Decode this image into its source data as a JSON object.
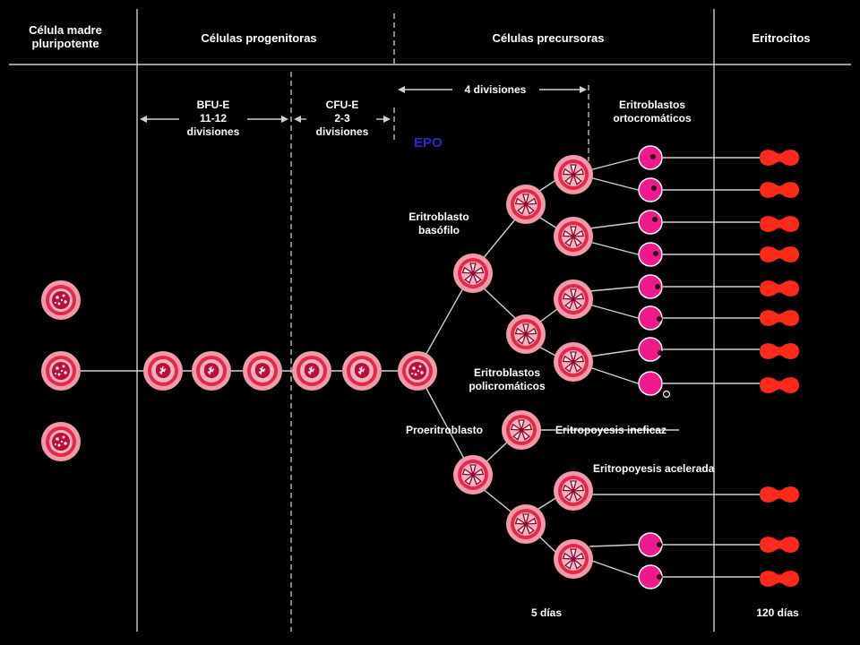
{
  "headers": {
    "stem": [
      "Célula madre",
      "pluripotente"
    ],
    "progenitors": "Células progenitoras",
    "precursors": "Células precursoras",
    "erythrocytes": "Eritrocitos"
  },
  "labels": {
    "bfu": [
      "BFU-E",
      "11-12",
      "divisiones"
    ],
    "cfu": [
      "CFU-E",
      "2-3",
      "divisiones"
    ],
    "four_div": "4 divisiones",
    "epo": "EPO",
    "ortho": [
      "Eritroblastos",
      "ortocromáticos"
    ],
    "basophilic": [
      "Eritroblasto",
      "basófilo"
    ],
    "poly": [
      "Eritroblastos",
      "policromáticos"
    ],
    "proerythroblast": "Proeritroblasto",
    "ineffective": "Eritropoyesis ineficaz",
    "accelerated": "Eritropoyesis acelerada",
    "days5": "5 días",
    "days120": "120 días"
  },
  "colors": {
    "background": "#000000",
    "cell_outer": "#f29aa8",
    "cell_ring": "#e22a4a",
    "cell_inner": "#f6b3bf",
    "nucleus": "#b8103a",
    "ortho": "#f0198c",
    "erythrocyte": "#ff2a1a",
    "epo": "#2a2ad0",
    "lines": "#d0d0d0"
  }
}
